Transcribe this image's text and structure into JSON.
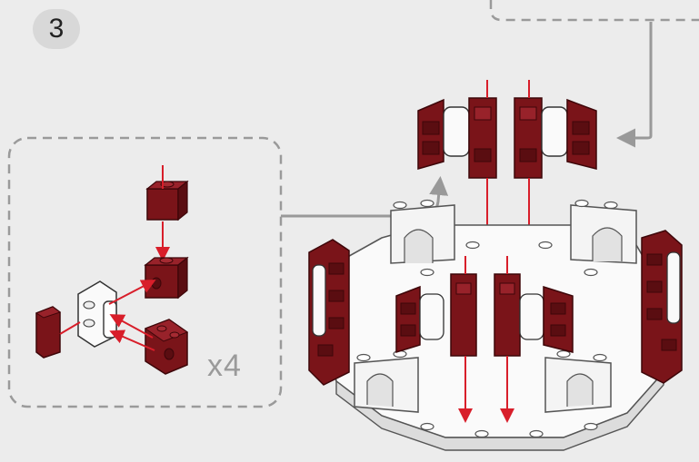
{
  "step": {
    "number": "3"
  },
  "subassembly": {
    "multiplier": "x4"
  },
  "colors": {
    "background": "#ececec",
    "brick_dark_red": "#7a1419",
    "brick_dark_red_shade": "#4a0a0d",
    "brick_white": "#f7f7f7",
    "arrow_red": "#d81e2a",
    "callout_gray": "#999999",
    "badge_gray": "#d8d8d8"
  },
  "icons": [
    "step-badge",
    "callout-arrow",
    "insertion-arrow"
  ]
}
